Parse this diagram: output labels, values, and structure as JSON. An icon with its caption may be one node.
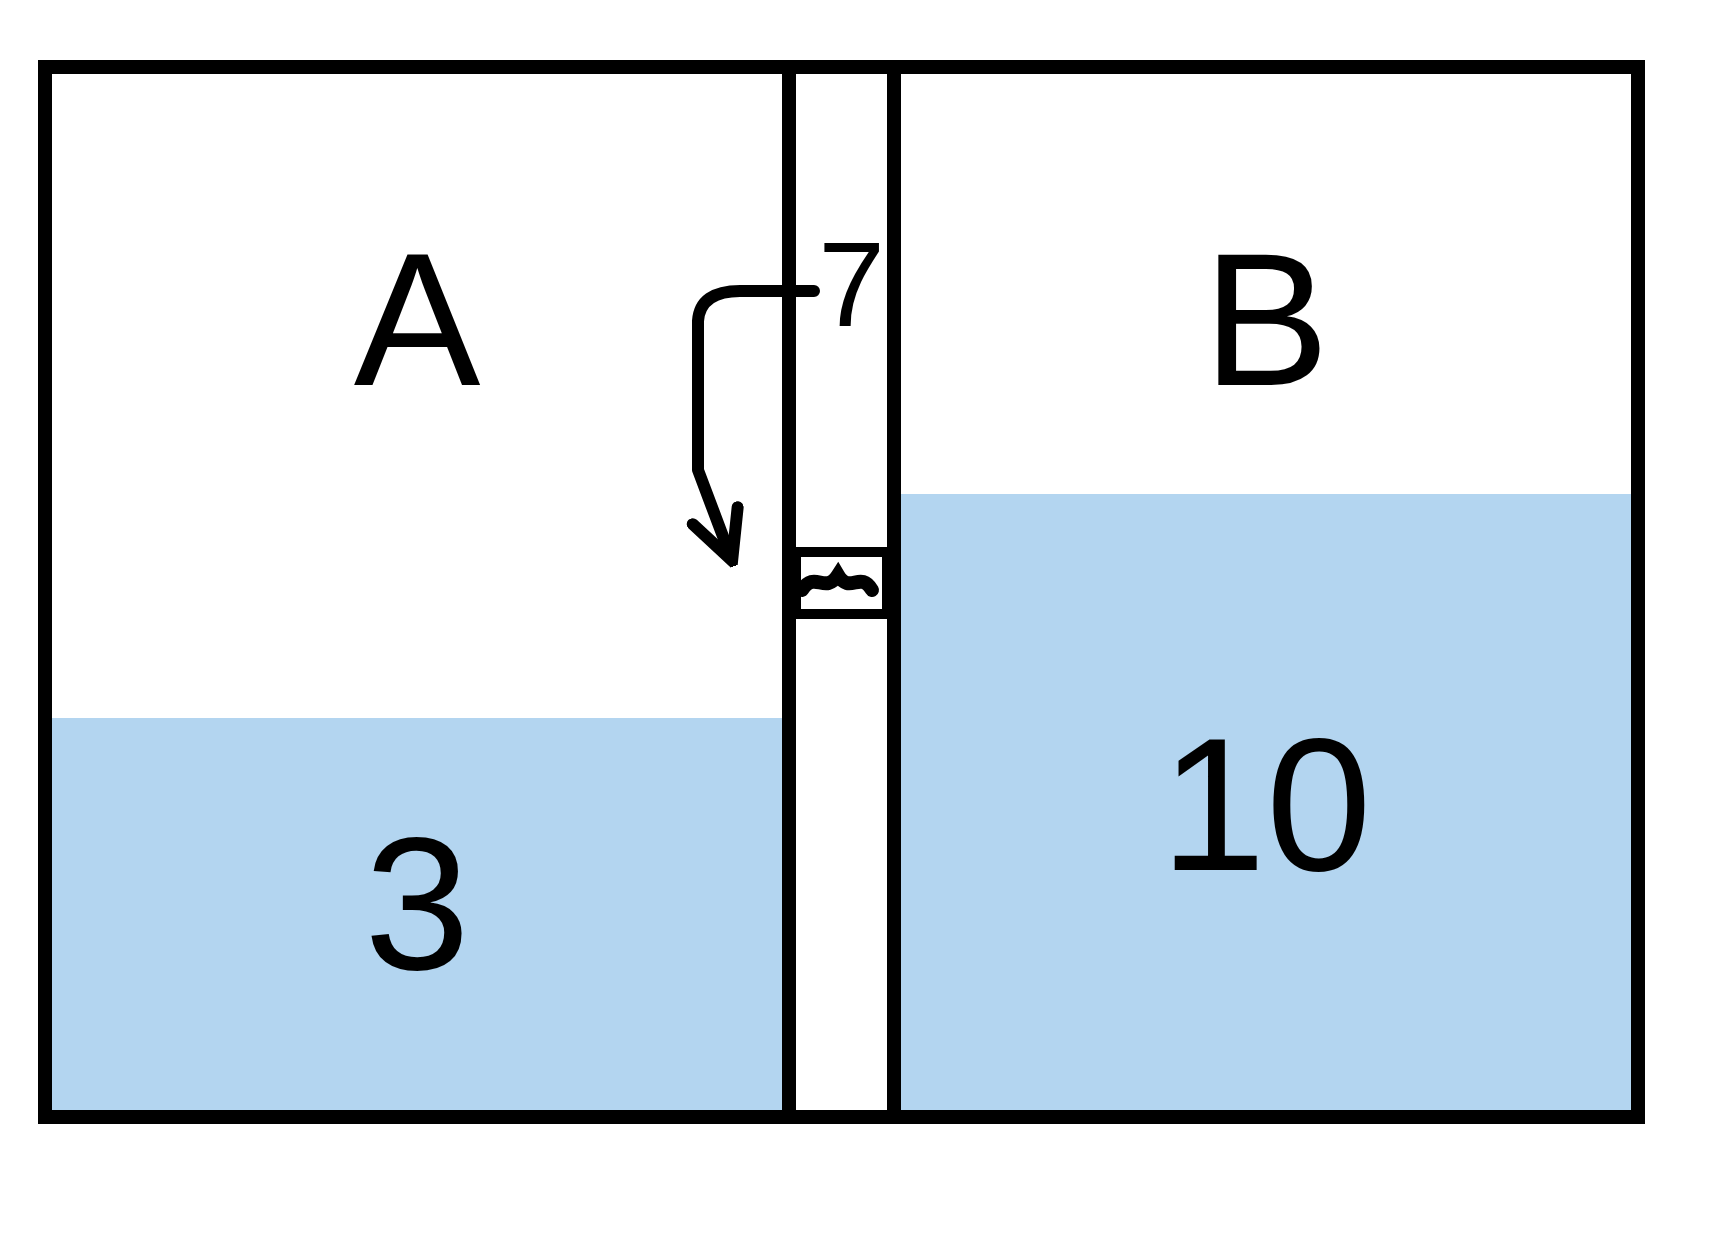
{
  "diagram": {
    "nodes": [
      {
        "text": [
          "A"
        ]
      },
      {
        "text": [
          "3"
        ],
        "in": 0
      },
      {
        "text": [
          "7"
        ]
      },
      {
        "text": [
          "B"
        ]
      },
      {
        "text": [
          "10"
        ],
        "in": 3
      }
    ],
    "edges": [
      {
        "from": 2,
        "to": 0,
        "arrow": "to"
      }
    ]
  }
}
